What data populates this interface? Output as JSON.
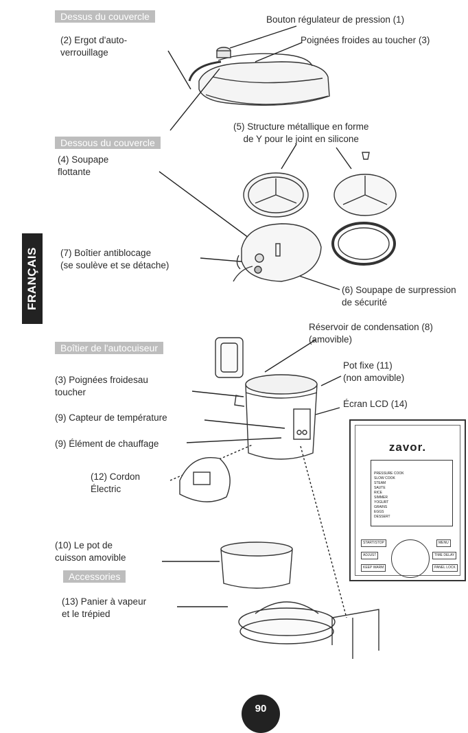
{
  "sections": {
    "lid_top": "Dessus du couvercle",
    "lid_bottom": "Dessous du couvercle",
    "housing": "Boîtier de l'autocuiseur",
    "accessories": "Accessories"
  },
  "labels": {
    "pressure_knob": "Bouton régulateur de pression (1)",
    "cool_handles": "Poignées froides au toucher (3)",
    "auto_lock": "(2) Ergot d'auto-\n     verrouillage",
    "y_frame": "(5) Structure métallique en forme\n    de Y pour le joint en silicone",
    "float_valve": "(4) Soupape\n    flottante",
    "anti_block": "(7) Boîtier antiblocage\n    (se soulève et se détache)",
    "safety_valve": "(6) Soupape de surpression\n    de sécurité",
    "condensation": "Réservoir de condensation (8)\n(amovible)",
    "fixed_pot": "Pot fixe (11)\n(non amovible)",
    "lcd": "Écran LCD (14)",
    "housing_handles": "(3) Poignées froidesau\ntoucher",
    "temp_sensor": "(9) Capteur de température",
    "heating": "(9) Élément de chauffage",
    "cord": "(12) Cordon\nÉlectric",
    "inner_pot": "(10) Le pot de\ncuisson amovible",
    "steamer": "(13) Panier à vapeur\net le trépied"
  },
  "side_tab": "FRANÇAIS",
  "page_number": "90",
  "control_panel": {
    "brand": "zavor.",
    "menu": [
      "PRESSURE COOK",
      "SLOW COOK",
      "STEAM",
      "SAUTE",
      "RICE",
      "SIMMER",
      "YOGURT",
      "GRAINS",
      "EGGS",
      "DESSERT"
    ],
    "buttons": {
      "start_stop": "START/STOP",
      "menu": "MENU",
      "adjust": "ADJUST",
      "time_delay": "TIME DELAY",
      "keep_warm": "KEEP WARM",
      "panel_lock": "PANEL LOCK"
    }
  }
}
